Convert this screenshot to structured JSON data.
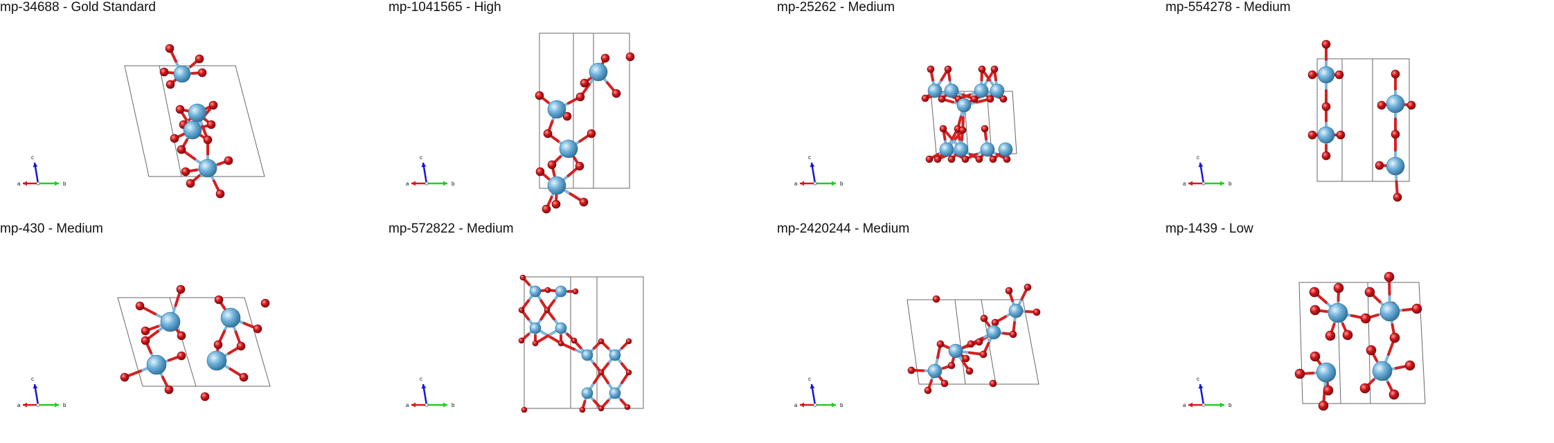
{
  "colors": {
    "cell_line": "#666666",
    "bond_light": "#7fb7dc",
    "bond_red": "#d42020",
    "atom_blue": "#6fb2dc",
    "atom_red": "#d3171b",
    "axis_a": "#e0141c",
    "axis_b": "#1fcf1f",
    "axis_c": "#1515d6"
  },
  "axis_labels": {
    "a": "a",
    "b": "b",
    "c": "c"
  },
  "icons": {
    "axis_triad": "xyz-axes-icon"
  },
  "panels": [
    {
      "title": "mp-34688 - Gold Standard"
    },
    {
      "title": "mp-1041565 - High"
    },
    {
      "title": "mp-25262 - Medium"
    },
    {
      "title": "mp-554278 - Medium"
    },
    {
      "title": "mp-430 - Medium"
    },
    {
      "title": "mp-572822 - Medium"
    },
    {
      "title": "mp-2420244 - Medium"
    },
    {
      "title": "mp-1439 - Low"
    }
  ]
}
